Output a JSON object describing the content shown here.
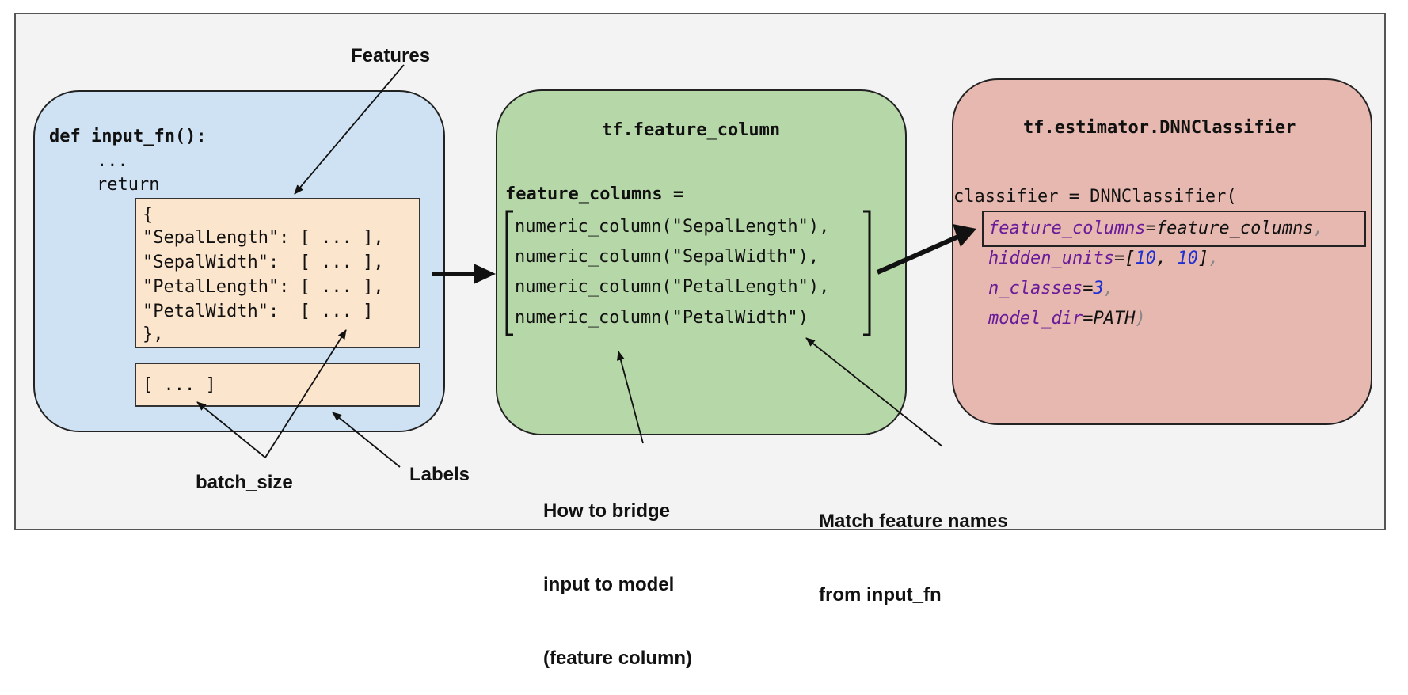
{
  "input_panel": {
    "def_line": "def input_fn():",
    "ellipsis": "...",
    "return_kw": "return",
    "features_block": [
      "{",
      "\"SepalLength\": [ ... ],",
      "\"SepalWidth\":  [ ... ],",
      "\"PetalLength\": [ ... ],",
      "\"PetalWidth\":  [ ... ]",
      "},"
    ],
    "labels_block": "[ ... ]"
  },
  "feature_panel": {
    "title": "tf.feature_column",
    "assign": "feature_columns =",
    "columns": [
      "numeric_column(\"SepalLength\"),",
      "numeric_column(\"SepalWidth\"),",
      "numeric_column(\"PetalLength\"),",
      "numeric_column(\"PetalWidth\")"
    ]
  },
  "classifier_panel": {
    "title": "tf.estimator.DNNClassifier",
    "call": "classifier = DNNClassifier(",
    "arg1_name": "feature_columns",
    "arg1_eq": "=",
    "arg1_value": "feature_columns",
    "arg1_comma": ",",
    "arg2_name": "hidden_units",
    "arg2_eq": "=[",
    "arg2_v1": "10",
    "arg2_sep": ", ",
    "arg2_v2": "10",
    "arg2_close": "]",
    "arg2_comma": ",",
    "arg3_name": "n_classes",
    "arg3_eq": "=",
    "arg3_value": "3",
    "arg3_comma": ",",
    "arg4_name": "model_dir",
    "arg4_eq": "=",
    "arg4_value": "PATH",
    "arg4_close": ")"
  },
  "annotations": {
    "features": "Features",
    "batch_size": "batch_size",
    "labels": "Labels",
    "bridge": [
      "How to bridge",
      "input to model",
      "(feature column)"
    ],
    "match": [
      "Match feature names",
      "from input_fn"
    ]
  }
}
